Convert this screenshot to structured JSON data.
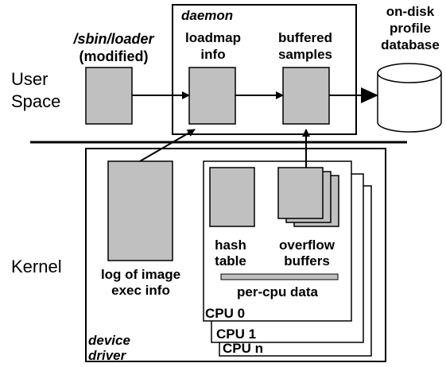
{
  "regions": {
    "user_space": [
      "User",
      "Space"
    ],
    "kernel": "Kernel"
  },
  "loader": {
    "title": "/sbin/loader",
    "subtitle": "(modified)"
  },
  "daemon": {
    "title": "daemon",
    "loadmap": [
      "loadmap",
      "info"
    ],
    "buffered": [
      "buffered",
      "samples"
    ]
  },
  "database": [
    "on-disk",
    "profile",
    "database"
  ],
  "driver": {
    "log": [
      "log of image",
      "exec info"
    ],
    "hash": [
      "hash",
      "table"
    ],
    "overflow": [
      "overflow",
      "buffers"
    ],
    "percpu": "per-cpu data",
    "cpus": [
      "CPU 0",
      "CPU 1",
      "CPU n"
    ],
    "label": [
      "device",
      "driver"
    ]
  },
  "colors": {
    "box_fill": "#c0c0c0",
    "stroke": "#000000"
  }
}
